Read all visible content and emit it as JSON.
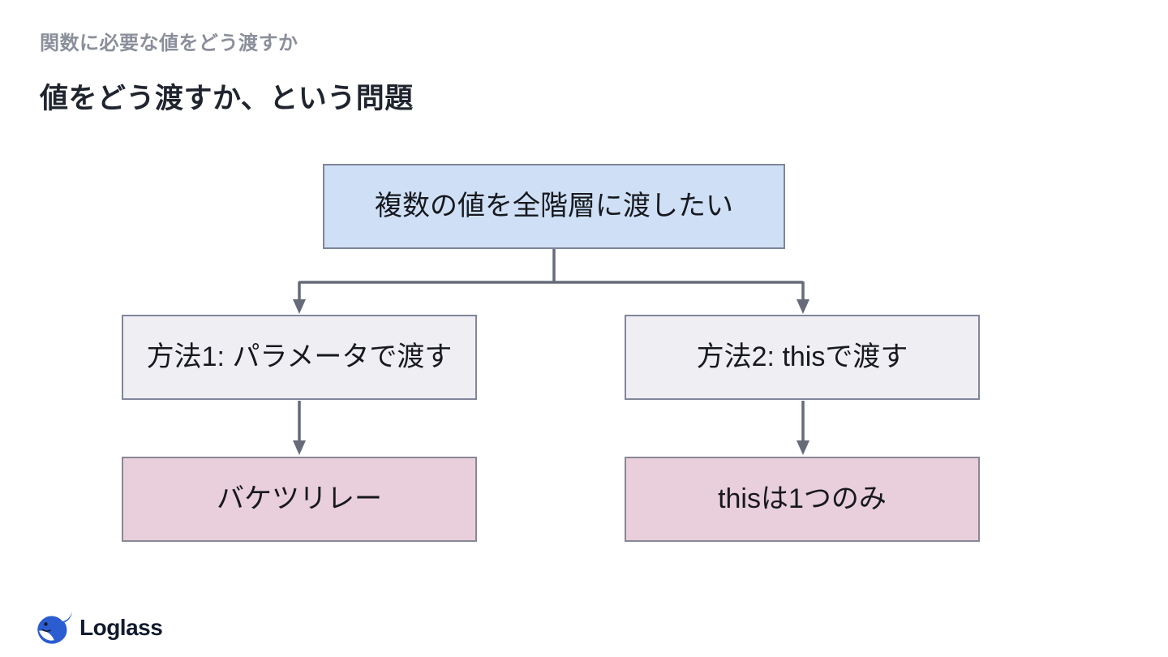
{
  "header": {
    "eyebrow": "関数に必要な値をどう渡すか",
    "title": "値をどう渡すか、という問題"
  },
  "diagram": {
    "root_label": "複数の値を全階層に渡したい",
    "branches": [
      {
        "method_label": "方法1: パラメータで渡す",
        "result_label": "バケツリレー"
      },
      {
        "method_label": "方法2: thisで渡す",
        "result_label": "thisは1つのみ"
      }
    ]
  },
  "footer": {
    "logo_text": "Loglass",
    "logo_icon": "whale-icon"
  },
  "theme": {
    "root_fill": "#cfe0f6",
    "root_border": "#7f8698",
    "method_fill": "#eeeef3",
    "method_border": "#82869a",
    "result_fill": "#e9cfdb",
    "result_border": "#8a8795",
    "connector_color": "#666b79",
    "title_color": "#1f242e",
    "eyebrow_color": "#8b8f9b",
    "node_text_color": "#17191f",
    "logo_blue": "#2b5cd0",
    "logo_text_color": "#111a2e",
    "background": "#ffffff"
  }
}
